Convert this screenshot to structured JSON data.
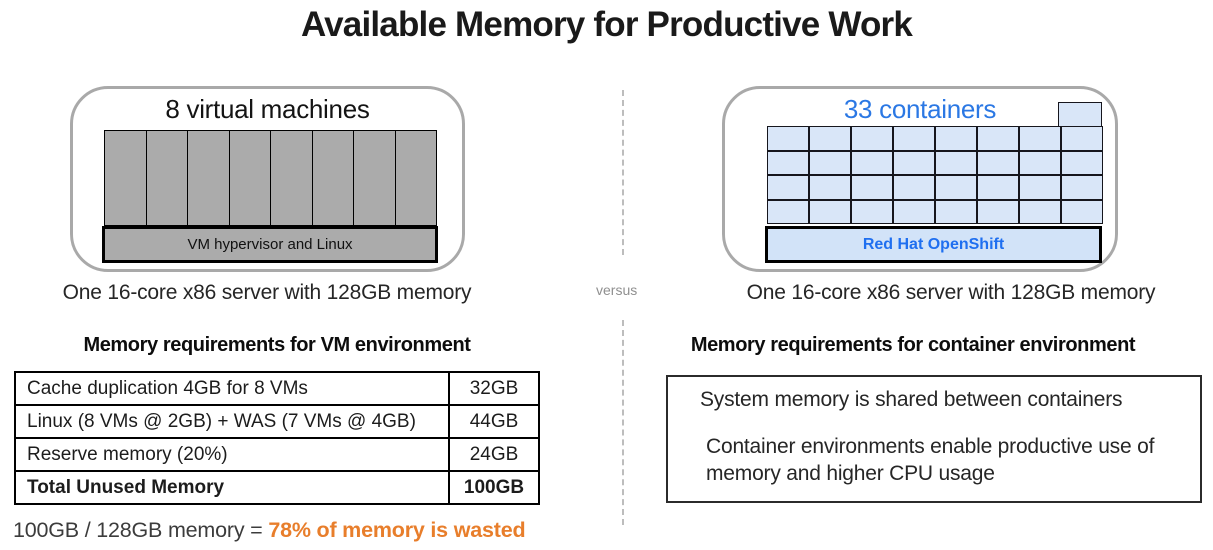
{
  "title": "Available Memory for Productive Work",
  "colors": {
    "blue_text": "#2b78e4",
    "openshift_text": "#1f6ff0",
    "container_fill": "#d9e6f8",
    "container_border": "#16161d",
    "vm_fill": "#ababab",
    "box_border_gray": "#a9a9a9",
    "orange_highlight": "#e87e2b",
    "versus_gray": "#8f8f8f"
  },
  "left_panel": {
    "box_title": "8 virtual machines",
    "vm_count": 8,
    "hypervisor_label": "VM hypervisor and Linux",
    "caption": "One 16-core x86 server with 128GB memory"
  },
  "divider": {
    "versus_label": "versus"
  },
  "right_panel": {
    "box_title": "33 containers",
    "container_total": 33,
    "grid": {
      "rows": 4,
      "cols": 8,
      "extra": 1
    },
    "platform_label": "Red Hat OpenShift",
    "caption": "One 16-core x86 server with 128GB memory"
  },
  "vm_requirements": {
    "heading": "Memory requirements for VM environment",
    "rows": [
      {
        "item": "Cache duplication 4GB for 8 VMs",
        "value": "32GB",
        "bold": false
      },
      {
        "item": "Linux (8 VMs @ 2GB) + WAS (7 VMs @ 4GB)",
        "value": "44GB",
        "bold": false
      },
      {
        "item": "Reserve memory (20%)",
        "value": "24GB",
        "bold": false
      },
      {
        "item": "Total Unused Memory",
        "value": "100GB",
        "bold": true
      }
    ],
    "footnote_prefix": "100GB / 128GB memory = ",
    "footnote_highlight": "78% of memory is wasted"
  },
  "container_requirements": {
    "heading": "Memory requirements for container environment",
    "lines": [
      "System memory is shared between containers",
      "Container environments enable productive use of memory and higher CPU usage"
    ]
  }
}
